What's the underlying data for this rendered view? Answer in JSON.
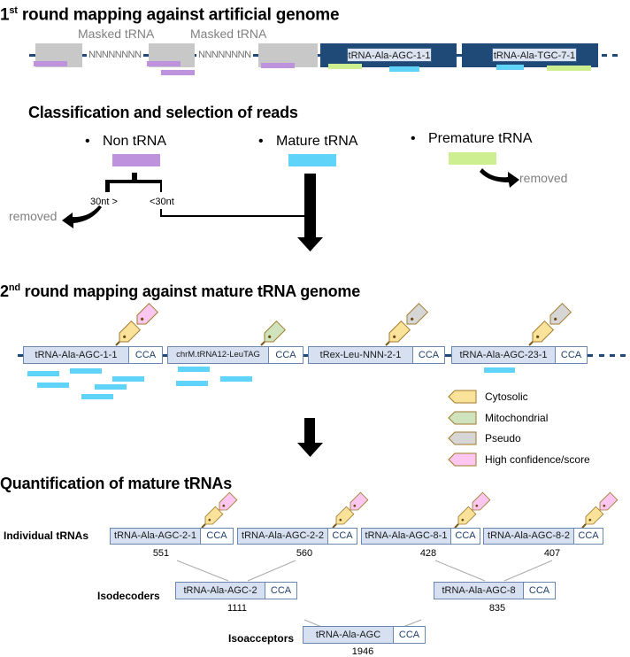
{
  "section1": {
    "title_num": "1",
    "title_sup": "st",
    "title_rest": " round mapping against artificial genome",
    "masked_labels": [
      "Masked tRNA",
      "Masked tRNA"
    ],
    "n_spacers": [
      "NNNNNNNN",
      "NNNNNNNN"
    ],
    "genes": [
      "tRNA-Ala-AGC-1-1",
      "tRNA-Ala-TGC-7-1"
    ]
  },
  "section2": {
    "title": "Classification and selection of reads",
    "categories": [
      {
        "label": "Non tRNA",
        "color": "#be92dc"
      },
      {
        "label": "Mature tRNA",
        "color": "#5fd4f8"
      },
      {
        "label": "Premature tRNA",
        "color": "#cdef92"
      }
    ],
    "split_labels": {
      "long": "30nt >",
      "short": "<30nt"
    },
    "removed_label": "removed"
  },
  "section3": {
    "title_num": "2",
    "title_sup": "nd",
    "title_rest": " round mapping against mature tRNA genome",
    "genes": [
      {
        "name": "tRNA-Ala-AGC-1-1",
        "suffix": "CCA",
        "tags": [
          "cytosolic",
          "high-confidence"
        ]
      },
      {
        "name": "chrM.tRNA12-LeuTAG",
        "suffix": "CCA",
        "tags": [
          "mitochondrial"
        ]
      },
      {
        "name": "tRex-Leu-NNN-2-1",
        "suffix": "CCA",
        "tags": [
          "cytosolic",
          "pseudo"
        ]
      },
      {
        "name": "tRNA-Ala-AGC-23-1",
        "suffix": "CCA",
        "tags": [
          "cytosolic",
          "pseudo"
        ]
      }
    ],
    "legend": [
      {
        "label": "Cytosolic",
        "color": "#fbe29a"
      },
      {
        "label": "Mitochondrial",
        "color": "#cfe4bd"
      },
      {
        "label": "Pseudo",
        "color": "#d6d6d6"
      },
      {
        "label": "High confidence/score",
        "color": "#fbc6f0"
      }
    ]
  },
  "section4": {
    "title": "Quantification of mature tRNAs",
    "row_labels": {
      "individual": "Individual tRNAs",
      "isodecoders": "Isodecoders",
      "isoacceptors": "Isoacceptors"
    },
    "individual": [
      {
        "name": "tRNA-Ala-AGC-2-1",
        "suffix": "CCA",
        "count": "551"
      },
      {
        "name": "tRNA-Ala-AGC-2-2",
        "suffix": "CCA",
        "count": "560"
      },
      {
        "name": "tRNA-Ala-AGC-8-1",
        "suffix": "CCA",
        "count": "428"
      },
      {
        "name": "tRNA-Ala-AGC-8-2",
        "suffix": "CCA",
        "count": "407"
      }
    ],
    "isodecoders": [
      {
        "name": "tRNA-Ala-AGC-2",
        "suffix": "CCA",
        "count": "1111"
      },
      {
        "name": "tRNA-Ala-AGC-8",
        "suffix": "CCA",
        "count": "835"
      }
    ],
    "isoacceptor": {
      "name": "tRNA-Ala-AGC",
      "suffix": "CCA",
      "count": "1946"
    }
  }
}
